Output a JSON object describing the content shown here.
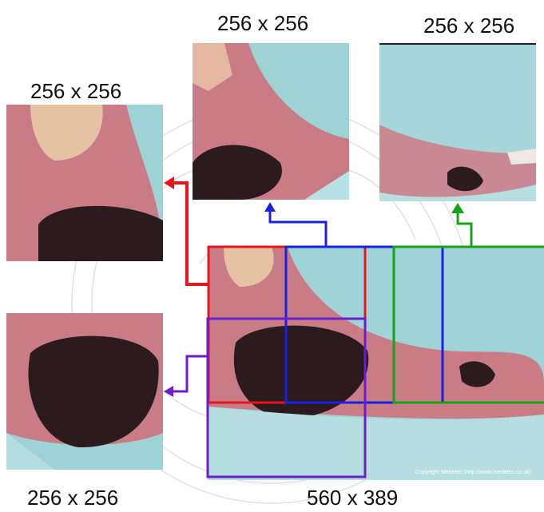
{
  "labels": {
    "crop_top_center": "256 x 256",
    "crop_top_right": "256 x 256",
    "crop_left_top": "256 x 256",
    "crop_left_bottom": "256 x 256",
    "source_image": "560 x 389"
  },
  "copyright": "Copyright Medetec (http://www.medetec.co.uk)",
  "colors": {
    "red_crop": "#e8161c",
    "blue_crop": "#1a22e0",
    "green_crop": "#16a316",
    "purple_crop": "#6a1fc8",
    "background_drape": "#9ed3d6",
    "skin": "#c97c86",
    "wound": "#2b1a1e"
  }
}
